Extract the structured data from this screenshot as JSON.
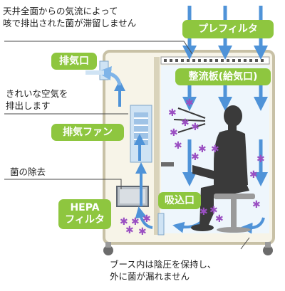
{
  "colors": {
    "badge_green": "#8ec63f",
    "airflow_blue": "#4f93d8",
    "booth_frame": "#c8c1a6",
    "booth_fill": "#f7f4e8",
    "inner_panel": "#eef6fc",
    "germ_purple": "#9a4fc2",
    "person_silhouette": "#3a3a3a"
  },
  "icons": [
    "airflow-arrow-icon",
    "germ-icon",
    "person-silhouette-icon",
    "fan-icon",
    "caster-wheel-icon"
  ],
  "callouts": {
    "top_note": [
      "天井全面からの気流によって",
      "咳で排出された菌が滞留しません"
    ],
    "clean_air_note": [
      "きれいな空気を",
      "排出します"
    ],
    "germ_removal": "菌の除去",
    "bottom_note": [
      "ブース内は陰圧を保持し、",
      "外に菌が漏れません"
    ]
  },
  "badges": {
    "prefilter": "プレフィルタ",
    "exhaust_port": "排気口",
    "laminar_plate": "整流板(給気口)",
    "exhaust_fan": "排気ファン",
    "intake_port": "吸込口",
    "hepa_line1": "HEPA",
    "hepa_line2": "フィルタ"
  }
}
